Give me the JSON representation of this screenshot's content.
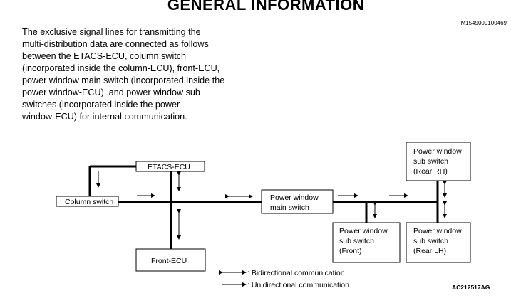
{
  "page": {
    "title": "GENERAL INFORMATION",
    "doc_id": "M1549000100469",
    "intro": "The exclusive signal lines for transmitting the\nmulti-distribution data are connected as follows\nbetween the ETACS-ECU, column switch\n(incorporated inside the column-ECU), front-ECU,\npower window main switch (incorporated inside the\npower window-ECU), and power window sub\nswitches (incorporated inside the power\nwindow-ECU) for internal communication."
  },
  "diagram": {
    "nodes": {
      "column_switch": [
        "Column switch"
      ],
      "etacs_ecu": [
        "ETACS-ECU"
      ],
      "front_ecu": [
        "Front-ECU"
      ],
      "pw_main": [
        "Power window",
        "main switch"
      ],
      "pw_sub_front": [
        "Power window",
        "sub switch",
        "(Front)"
      ],
      "pw_sub_rear_rh": [
        "Power window",
        "sub switch",
        "(Rear RH)"
      ],
      "pw_sub_rear_lh": [
        "Power window",
        "sub switch",
        "(Rear LH)"
      ]
    },
    "legend": {
      "bidirectional": ": Bidirectional communication",
      "unidirectional": ": Unidirectional communication"
    },
    "figure_id": "AC212517AG"
  }
}
